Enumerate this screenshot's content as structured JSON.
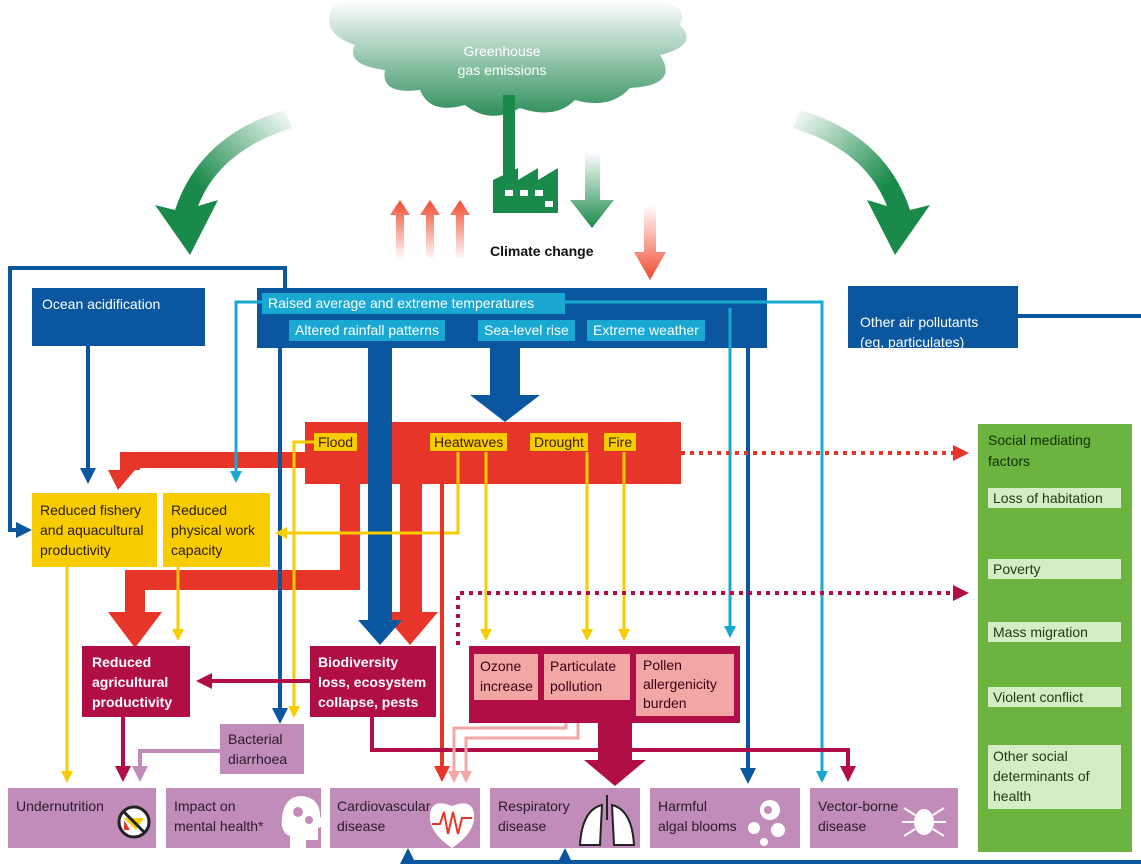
{
  "source": {
    "cloud_label": "Greenhouse\ngas emissions",
    "climate_label": "Climate change"
  },
  "drivers": {
    "ocean": "Ocean acidification",
    "temps": "Raised average and extreme temperatures",
    "rain": "Altered rainfall patterns",
    "sea": "Sea-level rise",
    "weather": "Extreme weather",
    "pollutants": "Other air pollutants\n(eg, particulates)"
  },
  "hazards": [
    "Flood",
    "Heatwaves",
    "Drought",
    "Fire"
  ],
  "intermediate": {
    "fishery": "Reduced fishery\nand aquacultural\nproductivity",
    "work": "Reduced\nphysical work\ncapacity",
    "agri": "Reduced\nagricultural\nproductivity",
    "bio": "Biodiversity\nloss, ecosystem\ncollapse, pests",
    "ozone": "Ozone\nincrease",
    "particulate": "Particulate\npollution",
    "pollen": "Pollen\nallergenicity\nburden",
    "bacterial": "Bacterial\ndiarrhoea"
  },
  "social": {
    "title": "Social mediating\nfactors",
    "items": [
      "Loss of habitation",
      "Poverty",
      "Mass migration",
      "Violent conflict",
      "Other social\ndeterminants of\nhealth"
    ]
  },
  "outcomes": [
    {
      "label": "Undernutrition",
      "icon": "no-food-icon"
    },
    {
      "label": "Impact on\nmental health*",
      "icon": "head-gears-icon"
    },
    {
      "label": "Cardiovascular\ndisease",
      "icon": "heart-icon"
    },
    {
      "label": "Respiratory\ndisease",
      "icon": "lungs-icon"
    },
    {
      "label": "Harmful\nalgal blooms",
      "icon": "cells-icon"
    },
    {
      "label": "Vector-borne\ndisease",
      "icon": "tick-icon"
    }
  ],
  "colors": {
    "dark_blue": "#0a57a0",
    "light_blue": "#18a8d2",
    "red": "#e8352a",
    "yellow": "#f9cc00",
    "crimson": "#b10e47",
    "pink": "#f2a7a5",
    "purple": "#c18cba",
    "green": "#6db33f",
    "arrow_green": "#1a8a4a"
  }
}
